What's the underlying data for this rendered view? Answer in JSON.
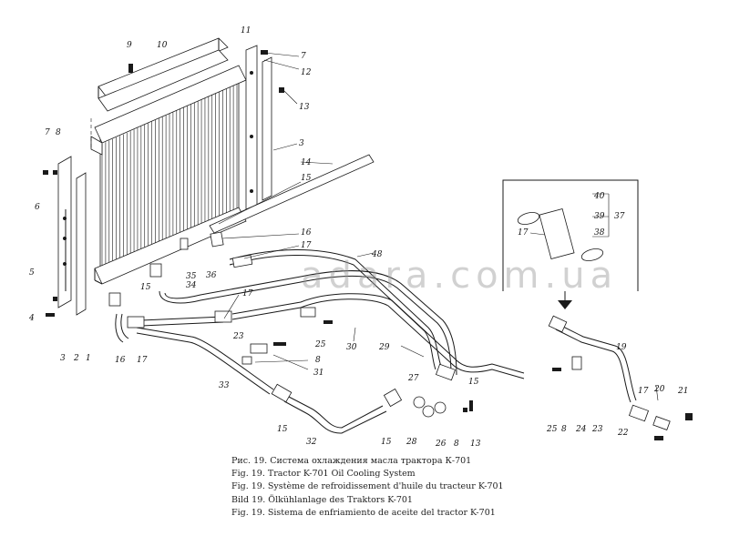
{
  "watermark": "adara.com.ua",
  "captions": [
    "Рис. 19. Система охлаждения масла трактора К-701",
    "Fig. 19. Tractor K-701 Oil Cooling System",
    "Fig. 19. Système de refroidissement d'huile du tracteur K-701",
    "Bild 19. Ölkühlanlage des Traktors K-701",
    "Fig. 19. Sistema de enfriamiento de aceite del tractor K-701"
  ],
  "callouts": {
    "c9": "9",
    "c10": "10",
    "c11": "11",
    "c7a": "7",
    "c12": "12",
    "c13a": "13",
    "c3a": "3",
    "c14": "14",
    "c15a": "15",
    "c16a": "16",
    "c17a": "17",
    "c7b": "7",
    "c8a": "8",
    "c6": "6",
    "c5": "5",
    "c4": "4",
    "c3b": "3",
    "c2": "2",
    "c1": "1",
    "c36": "36",
    "c35": "35",
    "c34": "34",
    "c15b": "15",
    "c17b": "17",
    "c16b": "16",
    "c17c": "17",
    "c48": "48",
    "c30": "30",
    "c29": "29",
    "c25a": "25",
    "c8b": "8",
    "c31": "31",
    "c23a": "23",
    "c33": "33",
    "c15c": "15",
    "c32": "32",
    "c15d": "15",
    "c27": "27",
    "c28": "28",
    "c26": "26",
    "c8c": "8",
    "c13b": "13",
    "c15e": "15",
    "c40": "40",
    "c39": "39",
    "c37": "37",
    "c38": "38",
    "c17d": "17",
    "c19": "19",
    "c25b": "25",
    "c8d": "8",
    "c24": "24",
    "c23b": "23",
    "c17e": "17",
    "c20": "20",
    "c21": "21",
    "c22": "22"
  }
}
